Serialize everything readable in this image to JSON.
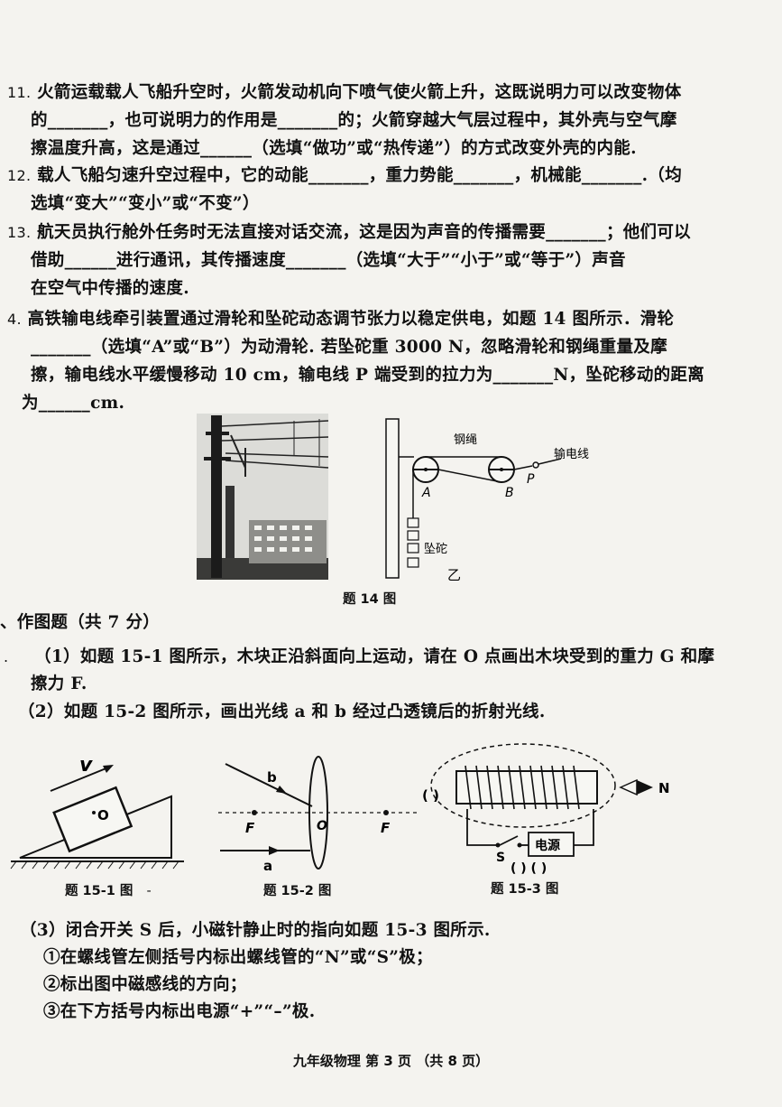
{
  "questions": {
    "q11": {
      "num": "11.",
      "l1": "火箭运载载人飞船升空时，火箭发动机向下喷气使火箭上升，这既说明力可以改变物体",
      "l2": "的_______，也可说明力的作用是_______的；火箭穿越大气层过程中，其外壳与空气摩",
      "l3": "擦温度升高，这是通过______（选填“做功”或“热传递”）的方式改变外壳的内能."
    },
    "q12": {
      "num": "12.",
      "l1": "载人飞船匀速升空过程中，它的动能_______，重力势能_______，机械能_______.（均",
      "l2": "选填“变大”“变小”或“不变”）"
    },
    "q13": {
      "num": "13.",
      "l1": "航天员执行舱外任务时无法直接对话交流，这是因为声音的传播需要_______；他们可以",
      "l2": "借助______进行通讯，其传播速度_______（选填“大于”“小于”或“等于”）声音",
      "l3": "在空气中传播的速度."
    },
    "q14": {
      "num": "4.",
      "l1": "高铁输电线牵引装置通过滑轮和坠砣动态调节张力以稳定供电，如题 14 图所示．滑轮",
      "l2": "_______（选填“A”或“B”）为动滑轮.  若坠砣重 3000 N，忽略滑轮和钢绳重量及摩",
      "l3": "擦，输电线水平缓慢移动 10 cm，输电线 P 端受到的拉力为_______N，坠砣移动的距离",
      "l4": "为______cm."
    }
  },
  "fig14": {
    "rope_label": "钢绳",
    "wire_label": "输电线",
    "pulley_a": "A",
    "pulley_b": "B",
    "point_p": "P",
    "weight_label": "坠砣",
    "sub_label": "乙",
    "caption": "题 14 图"
  },
  "section": {
    "title": "、作图题（共 7 分）"
  },
  "q15": {
    "num": ".",
    "p1_l1": "（1）如题 15-1 图所示，木块正沿斜面向上运动，请在 O 点画出木块受到的重力 G 和摩",
    "p1_l2": "擦力 F.",
    "p2": "（2）如题 15-2 图所示，画出光线 a 和 b 经过凸透镜后的折射光线.",
    "p3": "（3）闭合开关 S 后，小磁针静止时的指向如题 15-3 图所示.",
    "p3_i1": "①在螺线管左侧括号内标出螺线管的“N”或“S”极；",
    "p3_i2": "②标出图中磁感线的方向；",
    "p3_i3": "③在下方括号内标出电源“+”“–”极."
  },
  "fig15_1": {
    "v_label": "v",
    "o_label": "O",
    "caption": "题 15-1 图",
    "dash": "-"
  },
  "fig15_2": {
    "b_label": "b",
    "a_label": "a",
    "f_left": "F",
    "f_right": "F",
    "o_label": "O",
    "caption": "题 15-2 图"
  },
  "fig15_3": {
    "paren": "(   )",
    "source_label": "电源",
    "switch_label": "S",
    "n_label": "N",
    "bottom_parens": "(   )   (   )",
    "caption": "题 15-3 图"
  },
  "footer": "九年级物理   第 3 页   （共 8 页）"
}
